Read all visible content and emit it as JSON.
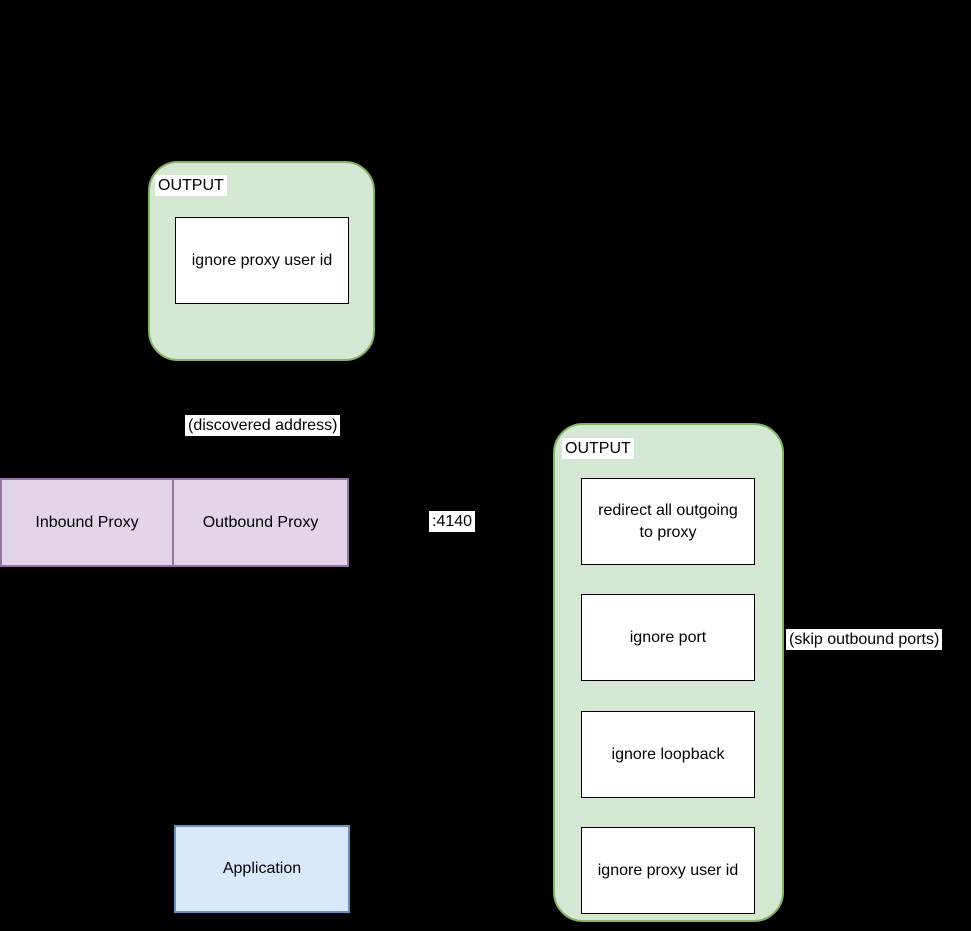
{
  "canvas": {
    "background": "#000000"
  },
  "colors": {
    "group_fill": "#d5e8d4",
    "group_stroke": "#82b366",
    "proxy_fill": "#e1d5e7",
    "proxy_stroke": "#9673a6",
    "application_fill": "#dae8fc",
    "application_stroke": "#6c8ebf",
    "node_fill": "#ffffff",
    "node_stroke": "#000000",
    "connector": "#000000",
    "label_background": "#ffffff"
  },
  "left_group": {
    "title": "OUTPUT",
    "nodes": [
      "ignore proxy user id"
    ]
  },
  "right_group": {
    "title": "OUTPUT",
    "nodes": [
      "redirect all outgoing to proxy",
      "ignore port",
      "ignore loopback",
      "ignore proxy user id"
    ]
  },
  "proxy_table": {
    "cells": [
      "Inbound Proxy",
      "Outbound Proxy"
    ]
  },
  "application": {
    "label": "Application"
  },
  "edges": {
    "discovered_address": "(discovered address)",
    "outbound_port": ":4140",
    "skip_outbound_ports": "(skip outbound ports)"
  }
}
